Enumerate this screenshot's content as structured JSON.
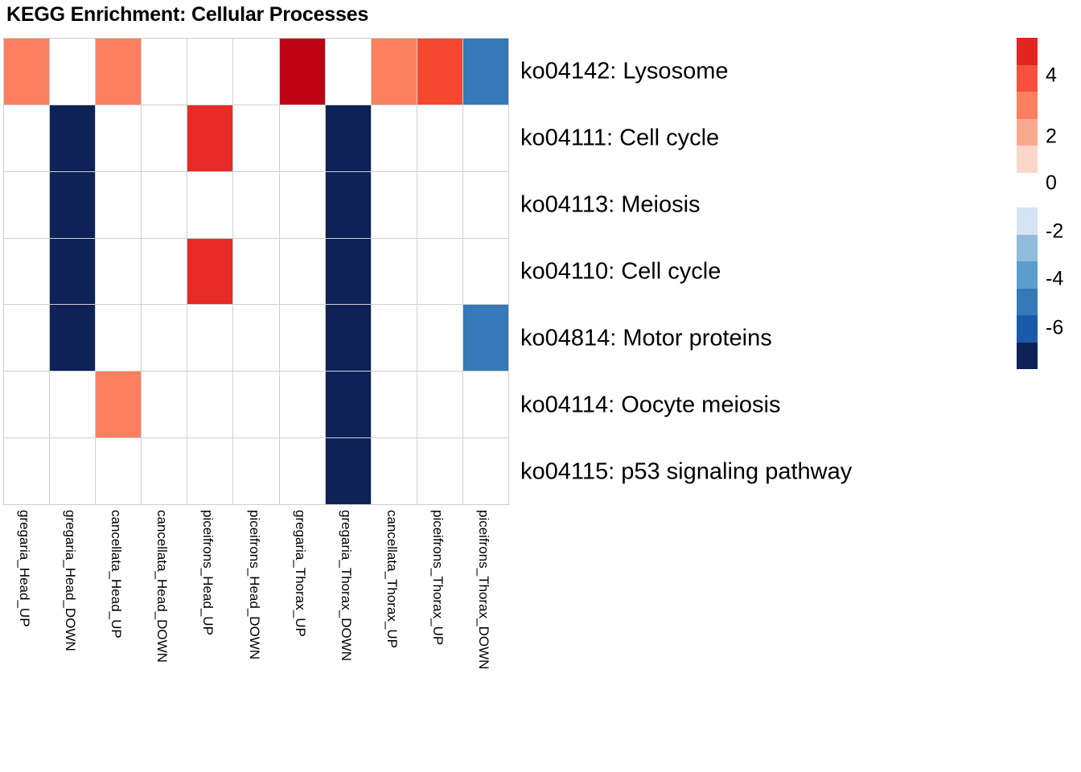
{
  "title": "KEGG Enrichment: Cellular Processes",
  "chart_data": {
    "type": "heatmap",
    "title": "KEGG Enrichment: Cellular Processes",
    "xlabel": "",
    "ylabel": "",
    "grid": true,
    "legend_position": "right",
    "colorbar": {
      "label": "",
      "ticks": [
        "4",
        "2",
        "0",
        "-2",
        "-4",
        "-6"
      ],
      "tick_values": [
        4,
        2,
        0,
        -2,
        -4,
        -6
      ],
      "range": [
        -7,
        5
      ],
      "positive_colors": [
        "#fbd7c9",
        "#f9a98d",
        "#fa7f60",
        "#f8513b",
        "#e32421"
      ],
      "negative_colors": [
        "#d6e3f2",
        "#92bcdc",
        "#5b9ecb",
        "#3679b8",
        "#1b5aab",
        "#0e2258"
      ],
      "zero_color": "#ffffff"
    },
    "x": [
      "gregaria_Head_UP",
      "gregaria_Head_DOWN",
      "cancellata_Head_UP",
      "cancellata_Head_DOWN",
      "piceifrons_Head_UP",
      "piceifrons_Head_DOWN",
      "gregaria_Thorax_UP",
      "gregaria_Thorax_DOWN",
      "cancellata_Thorax_UP",
      "piceifrons_Thorax_UP",
      "piceifrons_Thorax_DOWN"
    ],
    "y": [
      "ko04142: Lysosome",
      "ko04111: Cell cycle",
      "ko04113: Meiosis",
      "ko04110: Cell cycle",
      "ko04814: Motor proteins",
      "ko04114: Oocyte meiosis",
      "ko04115: p53 signaling pathway"
    ],
    "values": [
      [
        2.4,
        0,
        2.4,
        0,
        0,
        0,
        5.0,
        0,
        2.4,
        3.6,
        -3.6
      ],
      [
        0,
        -6.5,
        0,
        0,
        4.5,
        0,
        0,
        -6.5,
        0,
        0,
        0
      ],
      [
        0,
        -6.5,
        0,
        0,
        0,
        0,
        0,
        -6.5,
        0,
        0,
        0
      ],
      [
        0,
        -6.5,
        0,
        0,
        4.5,
        0,
        0,
        -6.5,
        0,
        0,
        0
      ],
      [
        0,
        -6.5,
        0,
        0,
        0,
        0,
        0,
        -6.5,
        0,
        0,
        -3.6
      ],
      [
        0,
        0,
        2.4,
        0,
        0,
        0,
        0,
        -6.5,
        0,
        0,
        0
      ],
      [
        0,
        0,
        0,
        0,
        0,
        0,
        0,
        -6.5,
        0,
        0,
        0
      ]
    ],
    "cell_colors": [
      [
        "#fa7f60",
        "#ffffff",
        "#fa7f60",
        "#ffffff",
        "#ffffff",
        "#ffffff",
        "#c00418",
        "#ffffff",
        "#fa7f60",
        "#f5472f",
        "#3679b8"
      ],
      [
        "#ffffff",
        "#0e2258",
        "#ffffff",
        "#ffffff",
        "#e82b27",
        "#ffffff",
        "#ffffff",
        "#0e2258",
        "#ffffff",
        "#ffffff",
        "#ffffff"
      ],
      [
        "#ffffff",
        "#0e2258",
        "#ffffff",
        "#ffffff",
        "#ffffff",
        "#ffffff",
        "#ffffff",
        "#0e2258",
        "#ffffff",
        "#ffffff",
        "#ffffff"
      ],
      [
        "#ffffff",
        "#0e2258",
        "#ffffff",
        "#ffffff",
        "#e82b27",
        "#ffffff",
        "#ffffff",
        "#0e2258",
        "#ffffff",
        "#ffffff",
        "#ffffff"
      ],
      [
        "#ffffff",
        "#0e2258",
        "#ffffff",
        "#ffffff",
        "#ffffff",
        "#ffffff",
        "#ffffff",
        "#0e2258",
        "#ffffff",
        "#ffffff",
        "#3679b8"
      ],
      [
        "#ffffff",
        "#ffffff",
        "#fa7f60",
        "#ffffff",
        "#ffffff",
        "#ffffff",
        "#ffffff",
        "#0e2258",
        "#ffffff",
        "#ffffff",
        "#ffffff"
      ],
      [
        "#ffffff",
        "#ffffff",
        "#ffffff",
        "#ffffff",
        "#ffffff",
        "#ffffff",
        "#ffffff",
        "#0e2258",
        "#ffffff",
        "#ffffff",
        "#ffffff"
      ]
    ]
  }
}
